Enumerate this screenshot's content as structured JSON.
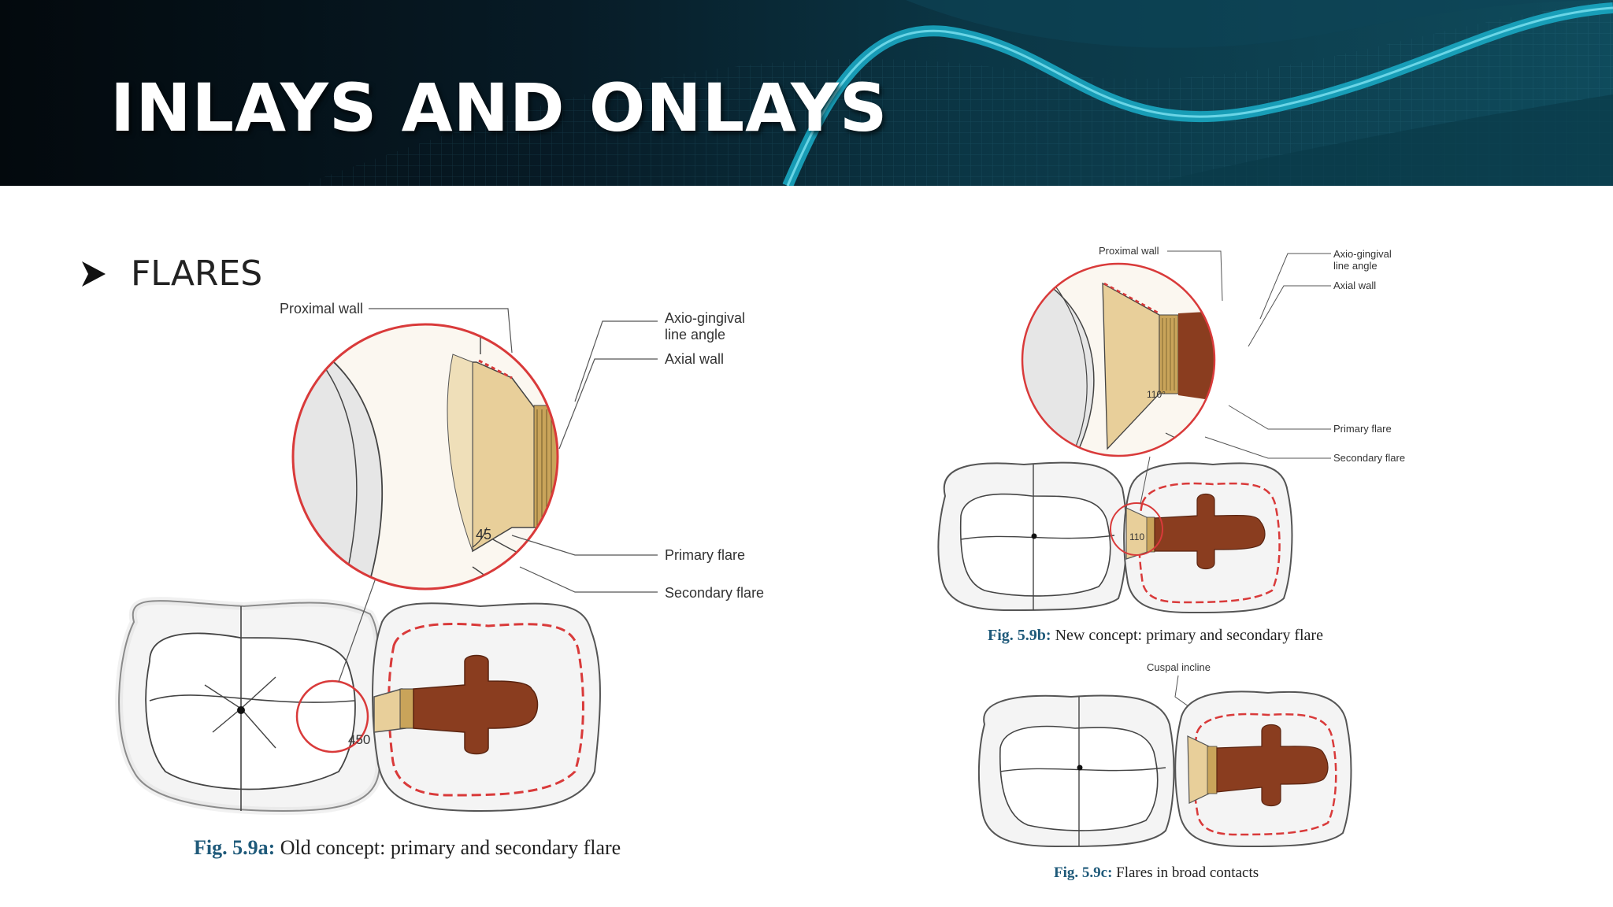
{
  "title": "INLAYS AND ONLAYS",
  "bullet": {
    "text": "FLARES"
  },
  "fig_a": {
    "labels": {
      "proximal_wall": "Proximal wall",
      "axio_gingival_1": "Axio-gingival",
      "axio_gingival_2": "line angle",
      "axial_wall": "Axial wall",
      "primary_flare": "Primary flare",
      "secondary_flare": "Secondary flare",
      "angle_zoom": "45",
      "angle_tooth": "450"
    },
    "caption_num": "Fig. 5.9a:",
    "caption_text": " Old concept: primary and secondary flare"
  },
  "fig_b": {
    "labels": {
      "proximal_wall": "Proximal wall",
      "axio_gingival_1": "Axio-gingival",
      "axio_gingival_2": "line angle",
      "axial_wall": "Axial wall",
      "primary_flare": "Primary flare",
      "secondary_flare": "Secondary flare",
      "angle_zoom": "110°",
      "angle_tooth": "110"
    },
    "caption_num": "Fig. 5.9b:",
    "caption_text": " New concept: primary and secondary flare"
  },
  "fig_c": {
    "labels": {
      "cuspal_incline": "Cuspal incline"
    },
    "caption_num": "Fig. 5.9c:",
    "caption_text": " Flares in broad contacts"
  },
  "colors": {
    "header_dark": "#03090d",
    "header_teal": "#1aa7c2",
    "gold": "#e8cf9a",
    "brown": "#8a3d1f",
    "red_outline": "#d93a3a",
    "caption_blue": "#1f5a7a"
  }
}
